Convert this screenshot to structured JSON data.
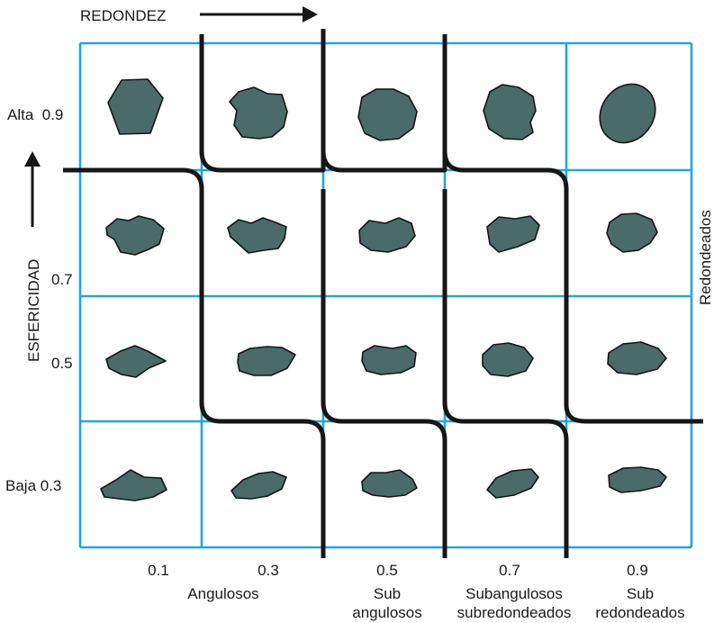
{
  "top_axis": {
    "label": "REDONDEZ"
  },
  "side_axis": {
    "label": "ESFERICIDAD"
  },
  "right_label": "Redondeados",
  "sphericity_ticks": [
    {
      "label": "Alta  0.9"
    },
    {
      "label": "0.7"
    },
    {
      "label": "0.5"
    },
    {
      "label": "Baja 0.3"
    }
  ],
  "roundness_ticks": [
    "0.1",
    "0.3",
    "0.5",
    "0.7",
    "0.9"
  ],
  "classes": [
    {
      "lines": [
        "Angulosos"
      ]
    },
    {
      "lines": [
        "Sub",
        "angulosos"
      ]
    },
    {
      "lines": [
        "Subangulosos",
        "subredondeados"
      ]
    },
    {
      "lines": [
        "Sub",
        "redondeados"
      ]
    }
  ],
  "colors": {
    "grid": "#1ea6e0",
    "grain": "#4b6b69",
    "boundary": "#161616"
  }
}
